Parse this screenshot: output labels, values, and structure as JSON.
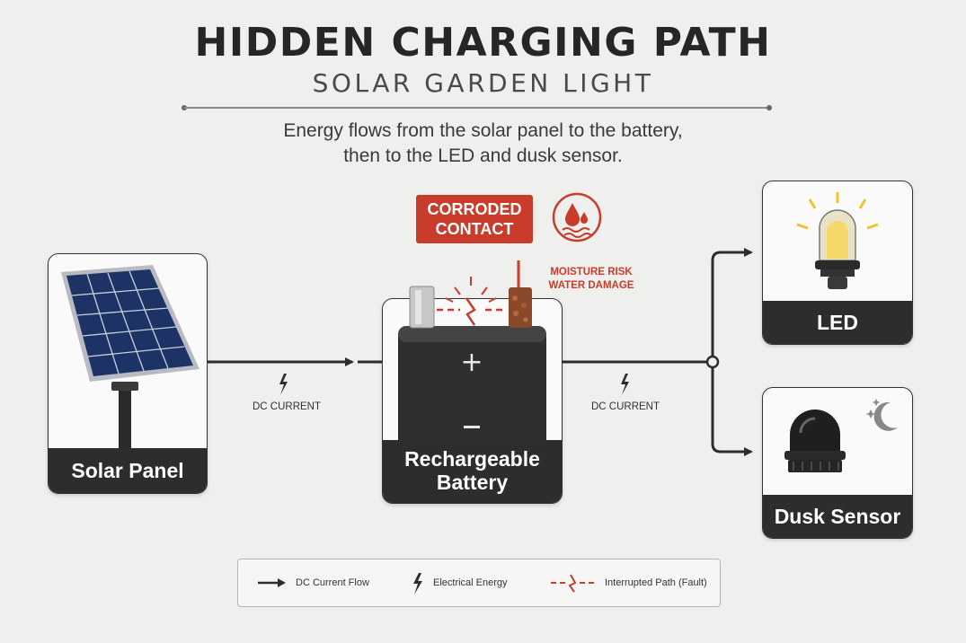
{
  "header": {
    "title": "HIDDEN CHARGING PATH",
    "subtitle": "SOLAR GARDEN LIGHT",
    "intro_line1": "Energy flows from the solar panel to the battery,",
    "intro_line2": "then to the LED and dusk sensor."
  },
  "components": {
    "solar_panel": "Solar Panel",
    "battery_line1": "Rechargeable",
    "battery_line2": "Battery",
    "led": "LED",
    "dusk_sensor": "Dusk Sensor"
  },
  "battery_signs": {
    "plus": "+",
    "minus": "−"
  },
  "callouts": {
    "corroded_line1": "CORRODED",
    "corroded_line2": "CONTACT",
    "moisture_line1": "MOISTURE RISK",
    "moisture_line2": "WATER DAMAGE"
  },
  "flows": {
    "left_label": "DC CURRENT",
    "right_label": "DC CURRENT"
  },
  "legend": {
    "flow": "DC Current Flow",
    "energy": "Electrical Energy",
    "fault": "Interrupted Path (Fault)"
  },
  "colors": {
    "background": "#efefed",
    "dark": "#2d2d2d",
    "fault_red": "#c93c2b",
    "led_glow": "#f2d24a"
  },
  "icons": [
    "solar-panel-icon",
    "battery-icon",
    "bulb-icon",
    "sensor-icon",
    "moon-icon",
    "water-drop-icon",
    "lightning-icon",
    "arrow-icon"
  ]
}
